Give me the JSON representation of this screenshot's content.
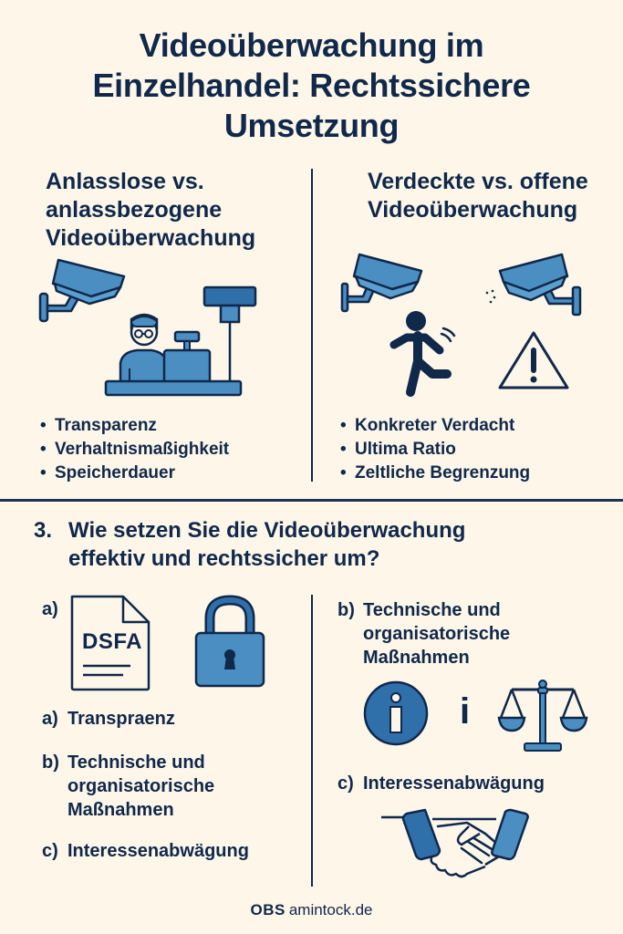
{
  "title": {
    "line1": "Videoüberwachung im",
    "line2": "Einzelhandel: Rechtssichere",
    "line3": "Umsetzung"
  },
  "left_section": {
    "heading": [
      "Anlasslose vs.",
      "anlassbezogene",
      "Videoüberwachung"
    ],
    "icons": [
      "security-camera-icon",
      "cashier-person-icon",
      "cash-register-icon",
      "ceiling-monitor-icon"
    ],
    "bullets": [
      "Transparenz",
      "Verhaltnismaßighkeit",
      "Speicherdauer"
    ]
  },
  "right_section": {
    "heading": [
      "Verdeckte vs. offene",
      "Videoüberwachung"
    ],
    "icons": [
      "security-camera-icon",
      "security-camera-icon",
      "running-person-icon",
      "warning-triangle-icon"
    ],
    "bullets": [
      "Konkreter Verdacht",
      "Ultima Ratio",
      "Zeltliche Begrenzung"
    ]
  },
  "question": {
    "number": "3.",
    "line1": "Wie setzen Sie die Videoüberwachung",
    "line2": "effektiv und rechtssicher um?"
  },
  "lower_left": {
    "top_label": "a)",
    "document_text": "DSFA",
    "items": [
      {
        "label": "a)",
        "lines": [
          "Transpraenz"
        ]
      },
      {
        "label": "b)",
        "lines": [
          "Technische und",
          "organisatorische",
          "Maßnahmen"
        ]
      },
      {
        "label": "c)",
        "lines": [
          "Interessenabwägung"
        ]
      }
    ]
  },
  "lower_right": {
    "items": [
      {
        "label": "b)",
        "lines": [
          "Technische und",
          "organisatorische",
          "Maßnahmen"
        ]
      },
      {
        "label": "c)",
        "lines": [
          "Interessenabwägung"
        ]
      }
    ],
    "info_glyph": "i"
  },
  "footer": {
    "brand": "OBS",
    "domain": "amintock.de"
  },
  "colors": {
    "background": "#fdf6e9",
    "navy": "#10284a",
    "blue_mid": "#4a8ec2",
    "blue_dark": "#2f6faa"
  }
}
